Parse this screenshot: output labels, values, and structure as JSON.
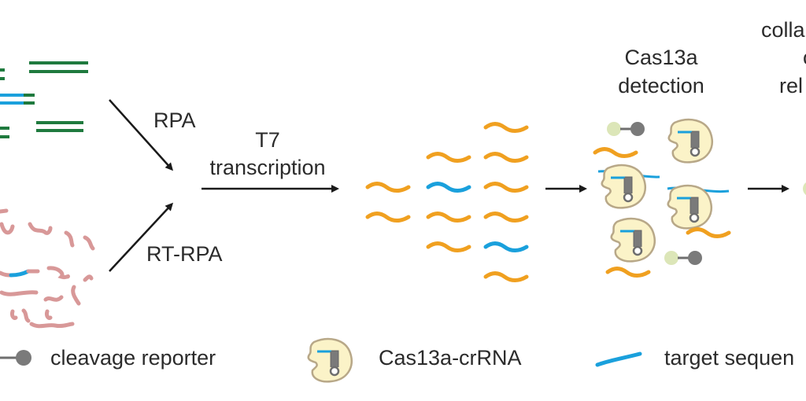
{
  "steps": {
    "rpa_label": "RPA",
    "rt_rpa_label": "RT-RPA",
    "t7_line1": "T7",
    "t7_line2": "transcription",
    "cas13a_line1": "Cas13a",
    "cas13a_line2": "detection",
    "collateral_line1": "colla",
    "collateral_line2": "c",
    "collateral_line3": "rel"
  },
  "legend": {
    "reporter_label": "cleavage reporter",
    "cas_label": "Cas13a-crRNA",
    "target_label": "target sequen"
  },
  "colors": {
    "dna_green": "#1f7a3e",
    "target_blue": "#1aa0dc",
    "rna_orange": "#f0a020",
    "background_rna_pink": "#d89898",
    "cas_fill": "#fbf3c8",
    "cas_stroke": "#b8a888",
    "reporter_gray": "#7a7a7a",
    "fluorophore_green": "#dce6b8",
    "arrow_black": "#1a1a1a"
  }
}
